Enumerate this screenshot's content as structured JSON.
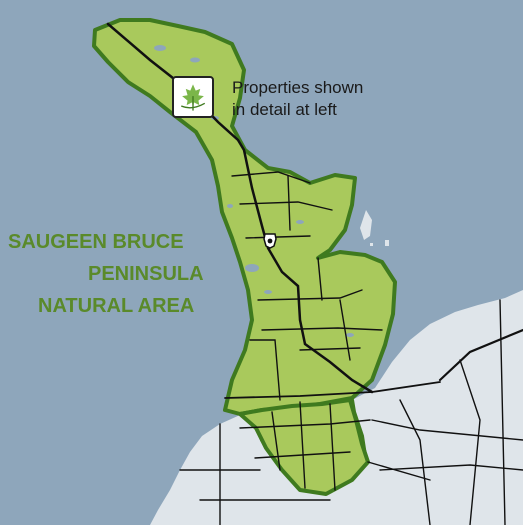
{
  "map": {
    "colors": {
      "water": "#8ea6bb",
      "natural_area": "#a9c95c",
      "natural_area_outline": "#3f7a1f",
      "mainland": "#dfe5ea",
      "road": "#111111",
      "label": "#5a8a2a"
    },
    "area_label_lines": [
      "SAUGEEN BRUCE",
      "PENINSULA",
      "NATURAL AREA"
    ],
    "callout_lines": [
      "Properties shown",
      "in detail at left"
    ],
    "icons": [
      "maple-leaf-logo-icon",
      "highway-shield-icon"
    ]
  }
}
